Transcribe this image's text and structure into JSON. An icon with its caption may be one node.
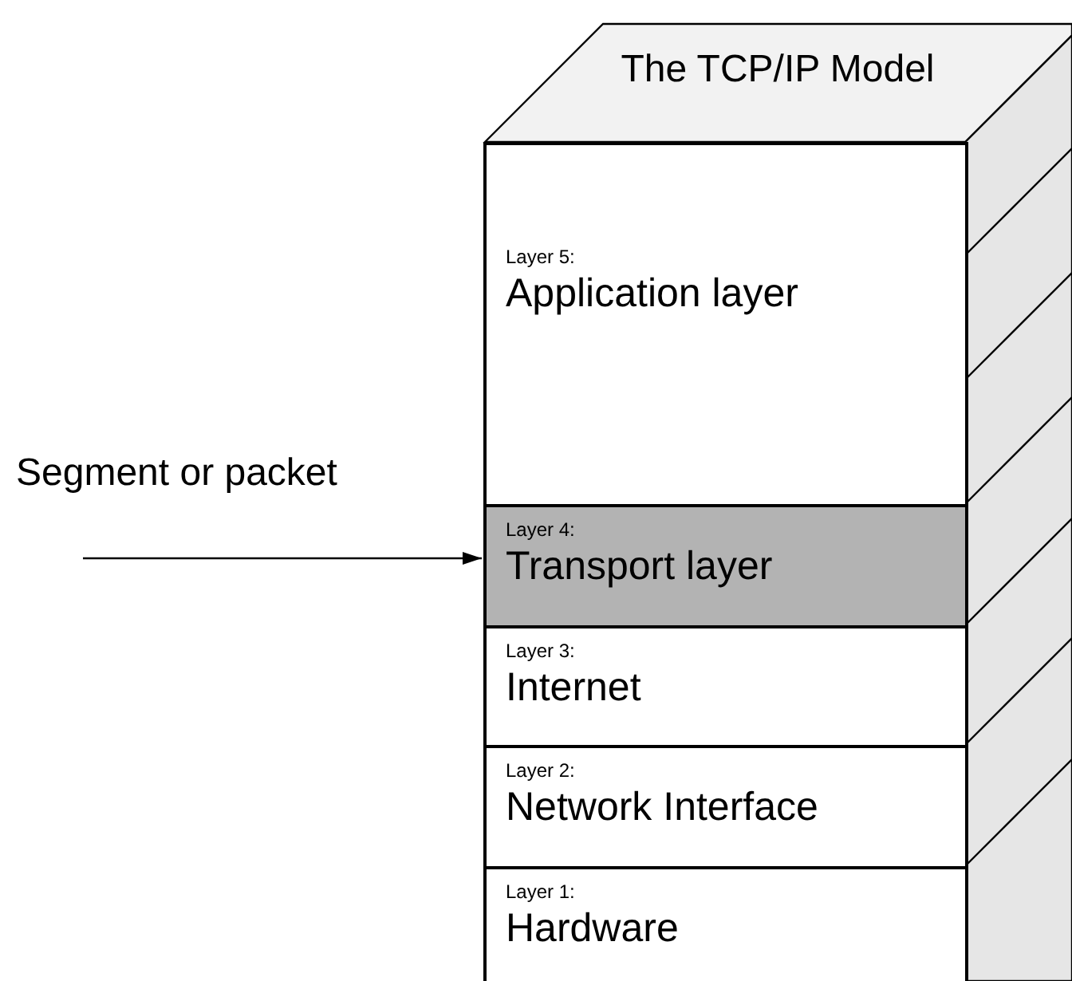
{
  "diagram": {
    "nodes": [
      {
        "text": [
          "The TCP/IP Model"
        ]
      },
      {
        "text": [
          "Layer 5:",
          "Application layer"
        ]
      },
      {
        "text": [
          "Layer 4:",
          "Transport layer"
        ]
      },
      {
        "text": [
          "Layer 3:",
          "Internet"
        ]
      },
      {
        "text": [
          "Layer 2:",
          "Network Interface"
        ]
      },
      {
        "text": [
          "Layer 1:",
          "Hardware"
        ]
      }
    ],
    "edges": [
      {
        "from": null,
        "to": 2,
        "arrow": "to",
        "label": "Segment or packet"
      }
    ]
  }
}
